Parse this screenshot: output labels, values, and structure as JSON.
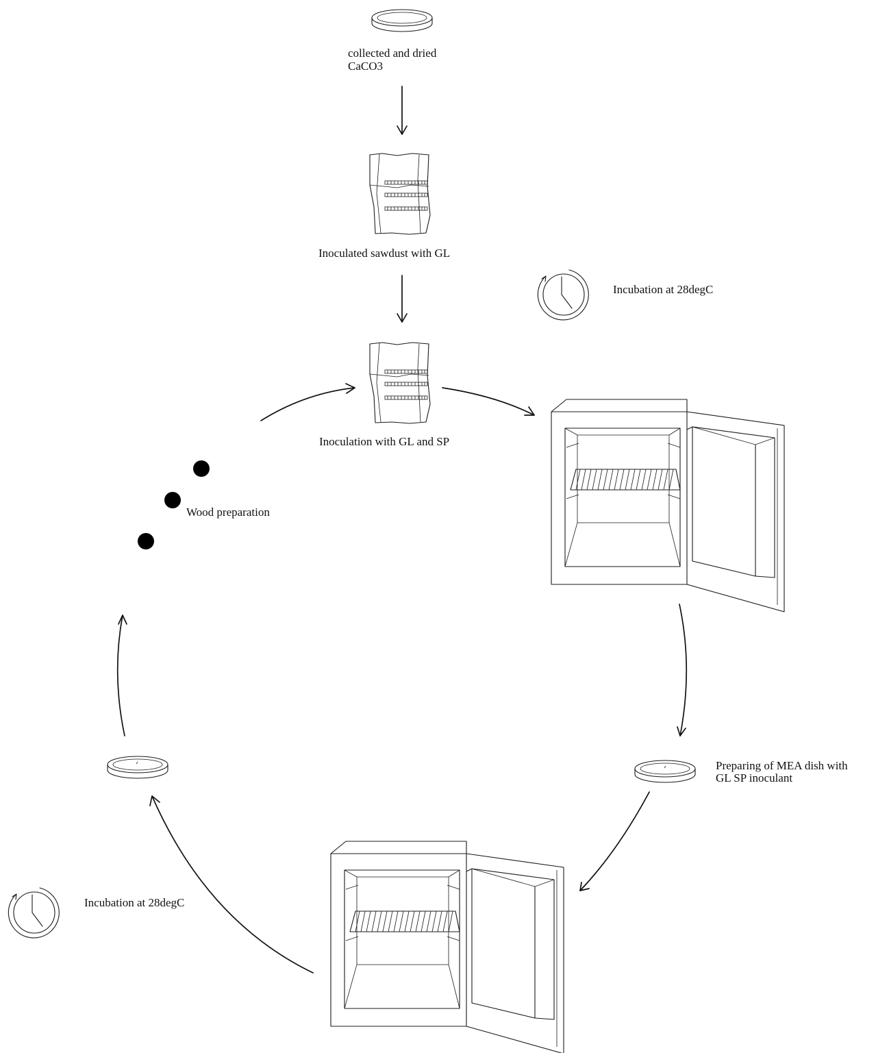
{
  "diagram": {
    "steps": {
      "collected": {
        "label_line1": "collected and dried",
        "label_line2": "CaCO3",
        "icon": "petri-dish-icon"
      },
      "sawdust": {
        "label": "Inoculated sawdust with GL",
        "icon": "sawdust-bag-icon"
      },
      "inoculation": {
        "label": "Inoculation with GL and SP",
        "icon": "sawdust-bag-icon"
      },
      "incubation_top": {
        "label": "Incubation at 28degC",
        "icon": "clock-icon"
      },
      "incubator_top": {
        "icon": "incubator-fridge-icon"
      },
      "mea_dish": {
        "label_line1": "Preparing of MEA dish with",
        "label_line2": "GL SP inoculant",
        "icon": "petri-dish-icon"
      },
      "incubator_bottom": {
        "icon": "incubator-fridge-icon"
      },
      "incubation_bottom": {
        "label": "Incubation at 28degC",
        "icon": "clock-icon"
      },
      "dish_left": {
        "icon": "petri-dish-icon"
      },
      "wood": {
        "label": "Wood preparation",
        "icon": "dot-icon"
      }
    },
    "colors": {
      "line": "#1a1a1a",
      "background": "#ffffff"
    }
  }
}
